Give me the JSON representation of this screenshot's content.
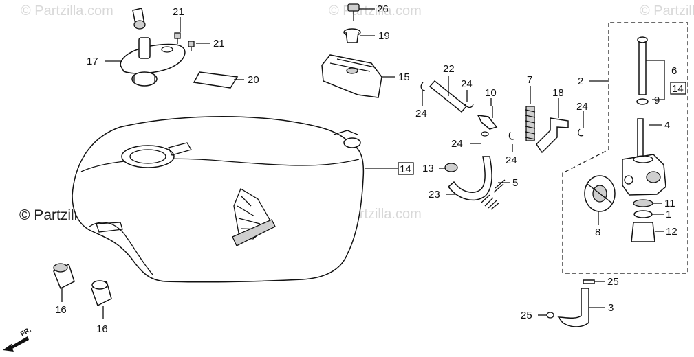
{
  "watermarks": [
    "© Partzilla.com",
    "© Partzilla.com",
    "© Partzilla.com",
    "© Partzilla.com"
  ],
  "main_watermark": "© Partzilla.com",
  "direction_label": "FR.",
  "callouts": [
    {
      "id": "c21a",
      "text": "21"
    },
    {
      "id": "c21b",
      "text": "21"
    },
    {
      "id": "c17",
      "text": "17"
    },
    {
      "id": "c20",
      "text": "20"
    },
    {
      "id": "c26",
      "text": "26"
    },
    {
      "id": "c19",
      "text": "19"
    },
    {
      "id": "c15",
      "text": "15"
    },
    {
      "id": "c22",
      "text": "22"
    },
    {
      "id": "c24a",
      "text": "24"
    },
    {
      "id": "c24b",
      "text": "24"
    },
    {
      "id": "c10",
      "text": "10"
    },
    {
      "id": "c7",
      "text": "7"
    },
    {
      "id": "c18",
      "text": "18"
    },
    {
      "id": "c24c",
      "text": "24"
    },
    {
      "id": "c24d",
      "text": "24"
    },
    {
      "id": "c24e",
      "text": "24"
    },
    {
      "id": "c2",
      "text": "2"
    },
    {
      "id": "c6",
      "text": "6"
    },
    {
      "id": "c9",
      "text": "9"
    },
    {
      "id": "c14a",
      "text": "14"
    },
    {
      "id": "c4",
      "text": "4"
    },
    {
      "id": "c14b",
      "text": "14"
    },
    {
      "id": "c13",
      "text": "13"
    },
    {
      "id": "c5",
      "text": "5"
    },
    {
      "id": "c23",
      "text": "23"
    },
    {
      "id": "c11",
      "text": "11"
    },
    {
      "id": "c1",
      "text": "1"
    },
    {
      "id": "c8",
      "text": "8"
    },
    {
      "id": "c12",
      "text": "12"
    },
    {
      "id": "c25a",
      "text": "25"
    },
    {
      "id": "c3",
      "text": "3"
    },
    {
      "id": "c25b",
      "text": "25"
    },
    {
      "id": "c16a",
      "text": "16"
    },
    {
      "id": "c16b",
      "text": "16"
    }
  ]
}
